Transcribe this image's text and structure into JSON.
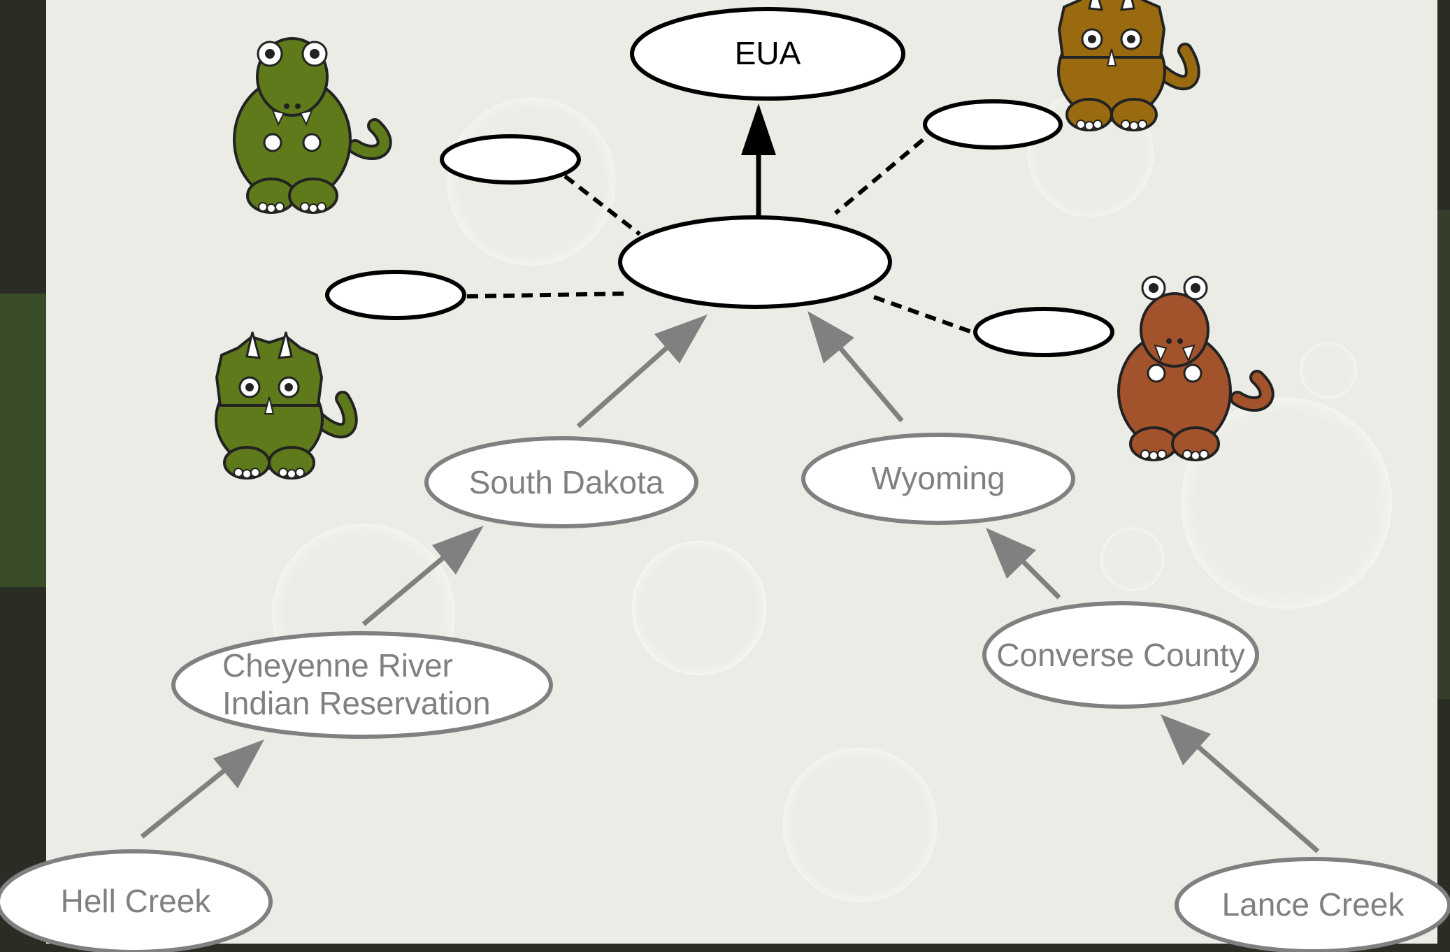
{
  "colors": {
    "background_dark": "#2a2d24",
    "panel": "#ecece6",
    "stroke_black": "#000000",
    "stroke_grey": "#808080",
    "text_grey": "#808080",
    "text_black": "#000000",
    "dino_green": "#5e7a1a",
    "dino_ochre": "#9a6a10",
    "dino_brown": "#a2532c"
  },
  "nodes": {
    "top": {
      "label": "EUA"
    },
    "center": {
      "label": ""
    },
    "blank_1": {
      "label": ""
    },
    "blank_2": {
      "label": ""
    },
    "blank_3": {
      "label": ""
    },
    "blank_4": {
      "label": ""
    },
    "south_dakota": {
      "label": "South Dakota"
    },
    "wyoming": {
      "label": "Wyoming"
    },
    "cheyenne": {
      "line1": "Cheyenne River",
      "line2": "Indian Reservation"
    },
    "converse": {
      "label": "Converse County"
    },
    "hell_creek": {
      "label": "Hell Creek"
    },
    "lance_creek": {
      "label": "Lance Creek"
    }
  },
  "icons": {
    "trex_green": "green-trex-icon",
    "triceratops_ochre": "ochre-triceratops-icon",
    "triceratops_green": "green-triceratops-icon",
    "trex_brown": "brown-trex-icon"
  }
}
